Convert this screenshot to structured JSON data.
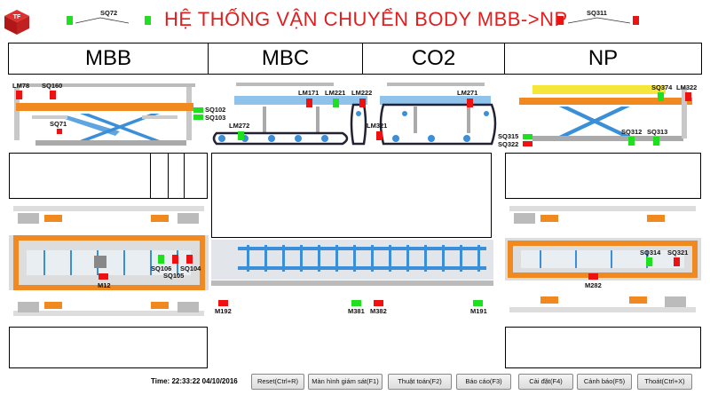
{
  "app": {
    "title": "HỆ THỐNG VẬN CHUYỂN BODY MBB->NP",
    "logo_text": "TF"
  },
  "header_sensors": {
    "left": {
      "label": "SQ72"
    },
    "right": {
      "label": "SQ311"
    }
  },
  "sections": [
    "MBB",
    "MBC",
    "CO2",
    "NP"
  ],
  "top_labels": {
    "lm78": "LM78",
    "sq160": "SQ160",
    "sq71": "SQ71",
    "sq102": "SQ102",
    "sq103": "SQ103",
    "lm171": "LM171",
    "lm221": "LM221",
    "lm222": "LM222",
    "lm272": "LM272",
    "lm271": "LM271",
    "lm321": "LM321",
    "sq374": "SQ374",
    "lm322": "LM322",
    "sq315": "SQ315",
    "sq322": "SQ322",
    "sq312": "SQ312",
    "sq313": "SQ313"
  },
  "bottom_labels": {
    "sq106": "SQ106",
    "sq104": "SQ104",
    "sq105": "SQ105",
    "m12": "M12",
    "m192": "M192",
    "m381": "M381",
    "m382": "M382",
    "m191": "M191",
    "sq314": "SQ314",
    "sq321": "SQ321",
    "m282": "M282"
  },
  "footer": {
    "time_label": "Time:",
    "time_value": "22:33:22 04/10/2016",
    "buttons": [
      "Reset(Ctrl+R)",
      "Màn hình giám sát(F1)",
      "Thuật toán(F2)",
      "Báo cáo(F3)",
      "Cài đặt(F4)",
      "Cảnh báo(F5)",
      "Thoát(Ctrl+X)"
    ]
  },
  "colors": {
    "title": "#e02020",
    "sensor_on": "#1fe01f",
    "sensor_off": "#ee1111",
    "orange": "#f08a20",
    "blue": "#3a8fd8",
    "light_blue": "#8fc3ec",
    "yellow": "#f6e63a"
  }
}
